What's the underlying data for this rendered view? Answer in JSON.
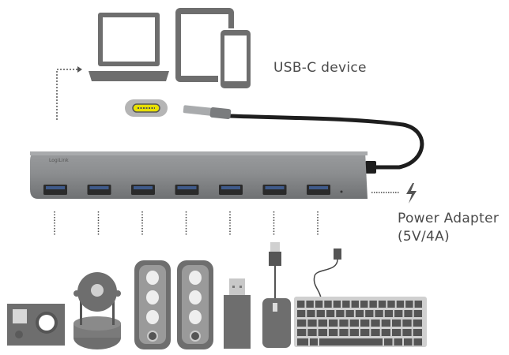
{
  "labels": {
    "usbc_device": "USB-C device",
    "power_adapter": "Power Adapter",
    "power_spec": "(5V/4A)"
  },
  "hub": {
    "brand_logo": "LogiLink",
    "port_count": 7
  },
  "colors": {
    "device_grey": "#6e6e6e",
    "light_grey": "#b5b5b5",
    "hub_grey": "#8a8c8e",
    "usbc_yellow": "#e8e000",
    "cable": "#1e1e1e"
  }
}
